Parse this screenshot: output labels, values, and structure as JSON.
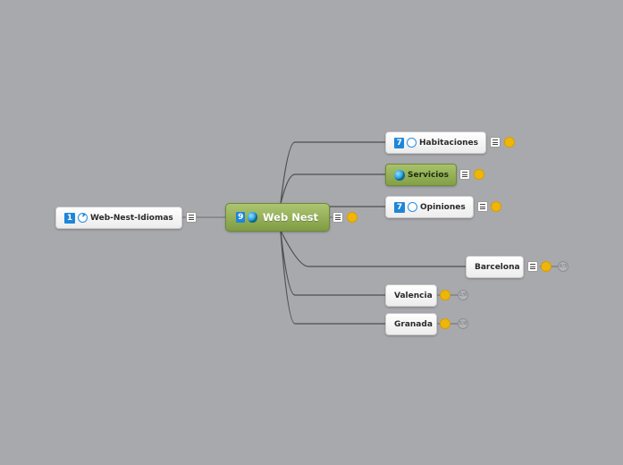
{
  "central": {
    "label": "Web Nest",
    "count": "9"
  },
  "left": {
    "label": "Web-Nest-Idiomas",
    "count": "1"
  },
  "habitaciones": {
    "label": "Habitaciones",
    "count": "7"
  },
  "servicios": {
    "label": "Servicios"
  },
  "opiniones": {
    "label": "Opiniones",
    "count": "7"
  },
  "barcelona": {
    "label": "Barcelona",
    "collapsed_count": "4/3"
  },
  "valencia": {
    "label": "Valencia",
    "collapsed_count": "2/6"
  },
  "granada": {
    "label": "Granada",
    "collapsed_count": "5/8"
  },
  "colors": {
    "background": "#a8a9ad",
    "central": "#8fac52",
    "servicios": "#9ab75b",
    "badge": "#1e86d9",
    "task_dot": "#efb60a",
    "link": "#5a5a5a"
  }
}
